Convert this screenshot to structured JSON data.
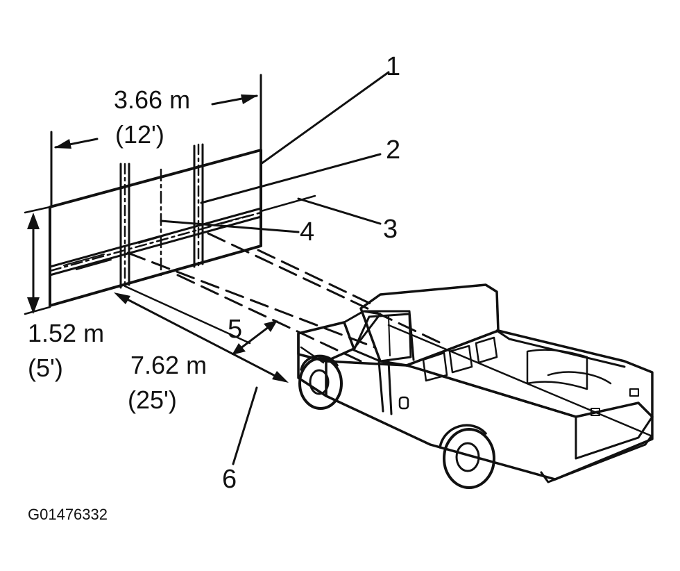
{
  "callouts": [
    "1",
    "2",
    "3",
    "4",
    "5",
    "6"
  ],
  "dimensions": {
    "width_metric": "3.66 m",
    "width_imperial": "(12')",
    "height_metric": "1.52 m",
    "height_imperial": "(5')",
    "distance_metric": "7.62 m",
    "distance_imperial": "(25')"
  },
  "figure_code": "G01476332"
}
